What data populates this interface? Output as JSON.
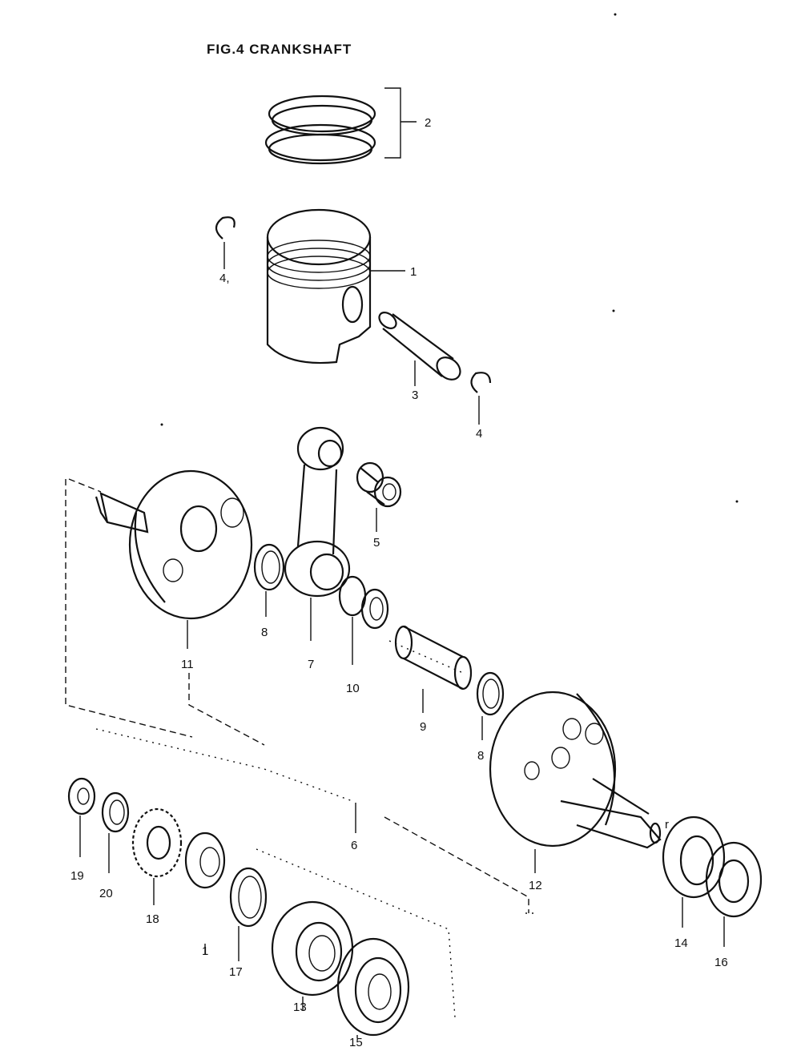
{
  "figure": {
    "title": "FIG.4  CRANKSHAFT"
  },
  "labels": [
    "1",
    "2",
    "3",
    "4,",
    "4",
    "5",
    "6",
    "7",
    "8",
    "8",
    "9",
    "10",
    "11",
    "12",
    "13",
    "14",
    "15",
    "16",
    "17",
    "18",
    "19",
    "20",
    "1",
    "r"
  ]
}
